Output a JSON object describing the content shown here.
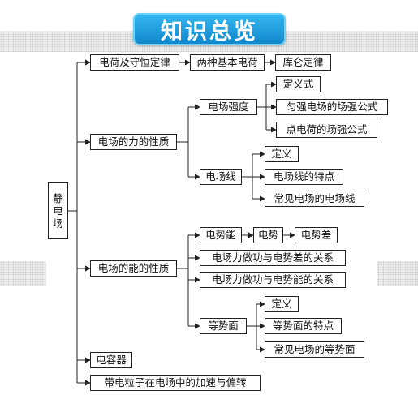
{
  "title": "知识总览",
  "root": "静电场",
  "nodes": {
    "law": "电荷及守恒定律",
    "two_charges": "两种基本电荷",
    "coulomb": "库仑定律",
    "force": "电场的力的性质",
    "intensity": "电场强度",
    "int_def": "定义式",
    "int_uniform": "匀强电场的场强公式",
    "int_point": "点电荷的场强公式",
    "field_line": "电场线",
    "fl_def": "定义",
    "fl_feat": "电场线的特点",
    "fl_common": "常见电场的电场线",
    "energy": "电场的能的性质",
    "pe": "电势能",
    "potential": "电势",
    "pd": "电势差",
    "work_pd": "电场力做功与电势差的关系",
    "work_pe": "电场力做功与电势能的关系",
    "equip": "等势面",
    "eq_def": "定义",
    "eq_feat": "等势面的特点",
    "eq_common": "常见电场的等势面",
    "capacitor": "电容器",
    "particle": "带电粒子在电场中的加速与偏转"
  }
}
